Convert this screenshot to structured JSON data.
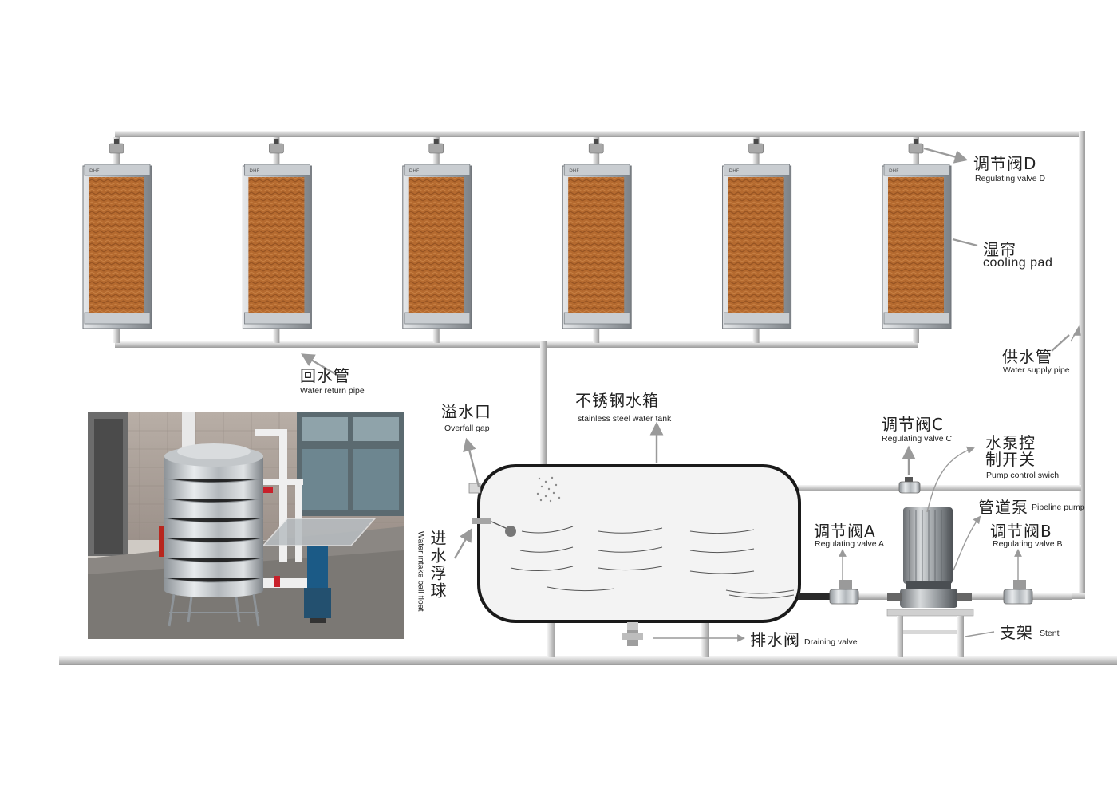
{
  "labels": {
    "valve_d": {
      "zh": "调节阀D",
      "en": "Regulating valve D"
    },
    "cooling_pad": {
      "zh": "湿帘",
      "en": "cooling pad"
    },
    "supply_pipe": {
      "zh": "供水管",
      "en": "Water supply pipe"
    },
    "return_pipe": {
      "zh": "回水管",
      "en": "Water return pipe"
    },
    "tank": {
      "zh": "不锈钢水箱",
      "en": "stainless steel water tank"
    },
    "overfall": {
      "zh": "溢水口",
      "en": "Overfall gap"
    },
    "valve_c": {
      "zh": "调节阀C",
      "en": "Regulating valve C"
    },
    "pump_switch": {
      "zh_line1": "水泵控",
      "zh_line2": "制开关",
      "en": "Pump control swich"
    },
    "pipeline_pump": {
      "zh": "管道泵",
      "en": "Pipeline pump"
    },
    "valve_a": {
      "zh": "调节阀A",
      "en": "Regulating valve A"
    },
    "valve_b": {
      "zh": "调节阀B",
      "en": "Regulating valve B"
    },
    "intake_float": {
      "zh": "进水浮球",
      "en": "Water intake ball float"
    },
    "stent": {
      "zh": "支架",
      "en": "Stent"
    },
    "draining_valve": {
      "zh": "排水阀",
      "en": "Draining valve"
    }
  },
  "pad_brand": "DHF",
  "pad_count": 6,
  "colors": {
    "pipe": "#d8d8d8",
    "pad_frame": "#b9bec4",
    "pad_media": "#b86f35",
    "tank_outline": "#1a1a1a",
    "arrow": "#9a9a9a"
  }
}
